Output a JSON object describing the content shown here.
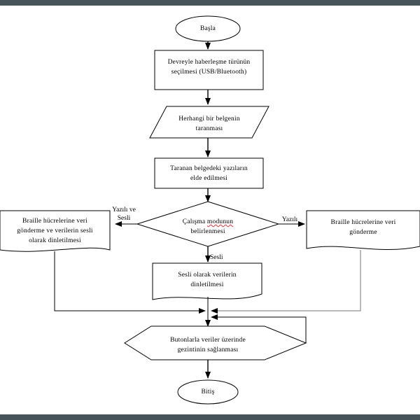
{
  "diagram": {
    "type": "flowchart",
    "language": "tr",
    "background": "#ffffff",
    "frame_color": "#47545a",
    "stroke_color": "#000000",
    "spellcheck_underline_color": "#e8333a",
    "nodes": [
      {
        "id": "start",
        "shape": "ellipse",
        "label": "Başla"
      },
      {
        "id": "select-comm",
        "shape": "process",
        "label": "Devreyle haberleşme türünün\nseçilmesi (USB/Bluetooth)"
      },
      {
        "id": "scan-doc",
        "shape": "parallelogram",
        "label": "Herhangi  bir belgenin\ntaranması"
      },
      {
        "id": "obtain-text",
        "shape": "process",
        "label": "Taranan  belgedeki  yazıların\nelde edilmesi"
      },
      {
        "id": "mode-decision",
        "shape": "diamond",
        "label_pre": "Çalışma ",
        "label_spell": "modunun",
        "label_post": "\nbelirlenmesi",
        "label": "Çalışma modunun\nbelirlenmesi"
      },
      {
        "id": "braille-and-audio",
        "shape": "document",
        "label": "Braille  hücrelerine  veri\ngönderme  ve verilerin  sesli\nolarak dinletilmesi"
      },
      {
        "id": "braille-only",
        "shape": "document",
        "label": "Braille  hücrelerine  veri\ngönderme"
      },
      {
        "id": "audio-only",
        "shape": "document",
        "label": "Sesli olarak  verilerin\ndinletilmesi"
      },
      {
        "id": "navigate",
        "shape": "hexagon",
        "label": "Butonlarla veriler  üzerinde\ngezintinin  sağlanması"
      },
      {
        "id": "end",
        "shape": "ellipse",
        "label": "Bitiş"
      }
    ],
    "edge_labels": [
      {
        "id": "label-written-and-audio",
        "text": "Yazılı ve\nSesli"
      },
      {
        "id": "label-written",
        "text": "Yazılı"
      },
      {
        "id": "label-audio",
        "text": "Sesli"
      }
    ]
  }
}
